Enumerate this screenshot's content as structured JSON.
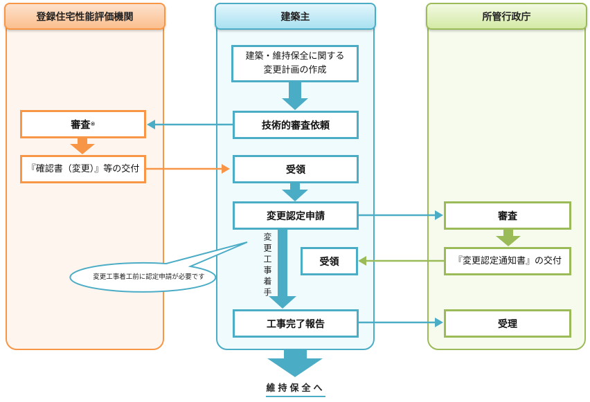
{
  "lanes": {
    "left": "登録住宅性能評価機関",
    "center": "建築主",
    "right": "所管行政庁"
  },
  "boxes": {
    "plan": [
      "建築・維持保全に関する",
      "変更計画の作成"
    ],
    "tech_request": "技術的審査依頼",
    "review_left": "審査",
    "review_left_note": "※",
    "confirm_issue": "『確認書（変更）』等の交付",
    "receive_1": "受領",
    "change_apply": "変更認定申請",
    "review_right": "審査",
    "receive_2": "受領",
    "notice_issue": "『変更認定通知書』の交付",
    "completion_report": "工事完了報告",
    "accept": "受理"
  },
  "vertical_label": "変更工事着手",
  "callout": "変更工事着工前に認定申請が必要です",
  "footer": "維持保全へ",
  "colors": {
    "orange": "#f79646",
    "blue": "#4bacc6",
    "green": "#9bbb59"
  }
}
